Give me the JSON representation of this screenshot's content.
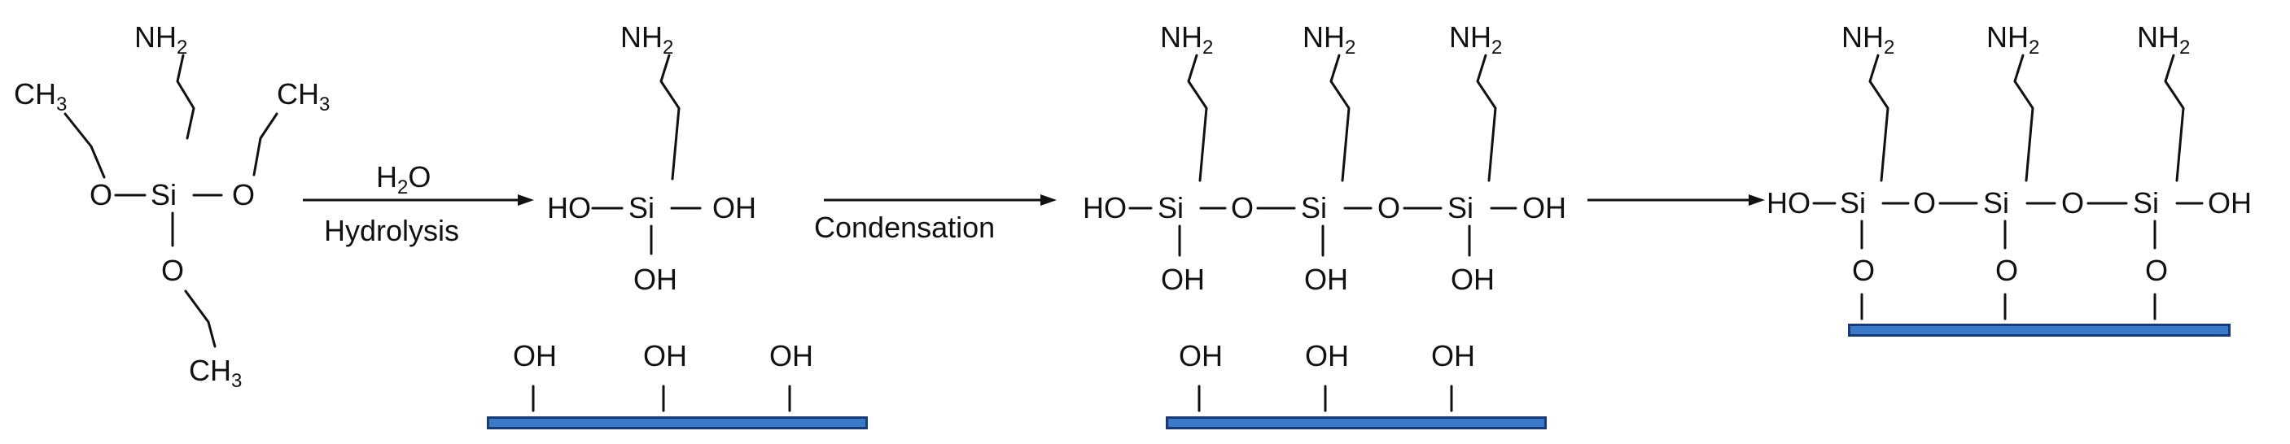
{
  "molecule_1": {
    "nh2_main": "NH",
    "nh2_sub": "2",
    "ch3_left_main": "CH",
    "ch3_left_sub": "3",
    "ch3_right_main": "CH",
    "ch3_right_sub": "3",
    "ch3_bottom_main": "CH",
    "ch3_bottom_sub": "3",
    "o_left": "O",
    "si": "Si",
    "o_right": "O",
    "o_bottom": "O"
  },
  "arrow_1": {
    "reagent_main": "H",
    "reagent_sub": "2",
    "reagent_tail": "O",
    "label": "Hydrolysis"
  },
  "molecule_2": {
    "nh2_main": "NH",
    "nh2_sub": "2",
    "ho": "HO",
    "si": "Si",
    "oh_right": "OH",
    "oh_bottom": "OH"
  },
  "surface_1": {
    "groups": [
      "OH",
      "OH",
      "OH"
    ]
  },
  "arrow_2": {
    "label": "Condensation"
  },
  "oligomer_1": {
    "nh2": [
      {
        "main": "NH",
        "sub": "2"
      },
      {
        "main": "NH",
        "sub": "2"
      },
      {
        "main": "NH",
        "sub": "2"
      }
    ],
    "chain": [
      "HO",
      "Si",
      "O",
      "Si",
      "O",
      "Si",
      "OH"
    ],
    "bottom_oh": [
      "OH",
      "OH",
      "OH"
    ]
  },
  "surface_2": {
    "groups": [
      "OH",
      "OH",
      "OH"
    ]
  },
  "oligomer_2": {
    "nh2": [
      {
        "main": "NH",
        "sub": "2"
      },
      {
        "main": "NH",
        "sub": "2"
      },
      {
        "main": "NH",
        "sub": "2"
      }
    ],
    "chain": [
      "HO",
      "Si",
      "O",
      "Si",
      "O",
      "Si",
      "OH"
    ],
    "bottom_o": [
      "O",
      "O",
      "O"
    ]
  },
  "colors": {
    "ink": "#111111",
    "surface_outer": "#1a3a73",
    "surface_inner": "#3a78c8"
  }
}
